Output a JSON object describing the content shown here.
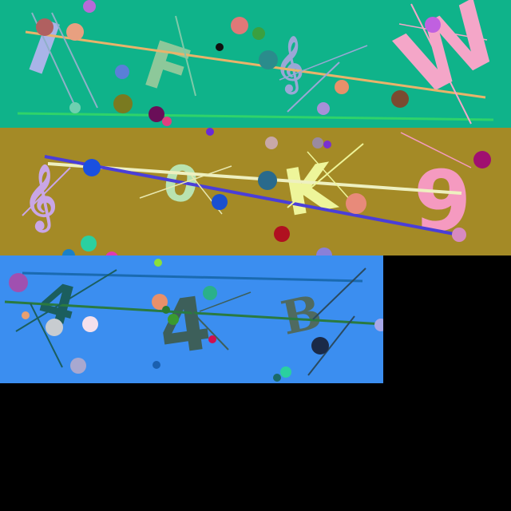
{
  "bands": [
    {
      "name": "band-1",
      "background": "#0fb38a",
      "glyphs": [
        {
          "name": "glyph-I",
          "text": "I",
          "color": "#a9b4e8"
        },
        {
          "name": "glyph-F",
          "text": "F",
          "color": "#8dc89a"
        },
        {
          "name": "glyph-treble-clef-1",
          "text": "𝄞",
          "color": "#9aa7d6"
        },
        {
          "name": "glyph-W",
          "text": "W",
          "color": "#f4a6c8"
        }
      ]
    },
    {
      "name": "band-2",
      "background": "#a48a26",
      "glyphs": [
        {
          "name": "glyph-treble-clef-2",
          "text": "𝄞",
          "color": "#c9a6e6"
        },
        {
          "name": "glyph-0",
          "text": "0",
          "color": "#b9e3b0"
        },
        {
          "name": "glyph-K",
          "text": "K",
          "color": "#eef59a"
        },
        {
          "name": "glyph-9",
          "text": "9",
          "color": "#f59ac0"
        }
      ]
    },
    {
      "name": "band-3",
      "background": "#3b8ef0",
      "glyphs": [
        {
          "name": "glyph-4-small",
          "text": "4",
          "color": "#1b5e5e"
        },
        {
          "name": "glyph-4-large",
          "text": "4",
          "color": "#3d5f5a"
        },
        {
          "name": "glyph-B",
          "text": "B",
          "color": "#4f6a60"
        }
      ]
    }
  ]
}
